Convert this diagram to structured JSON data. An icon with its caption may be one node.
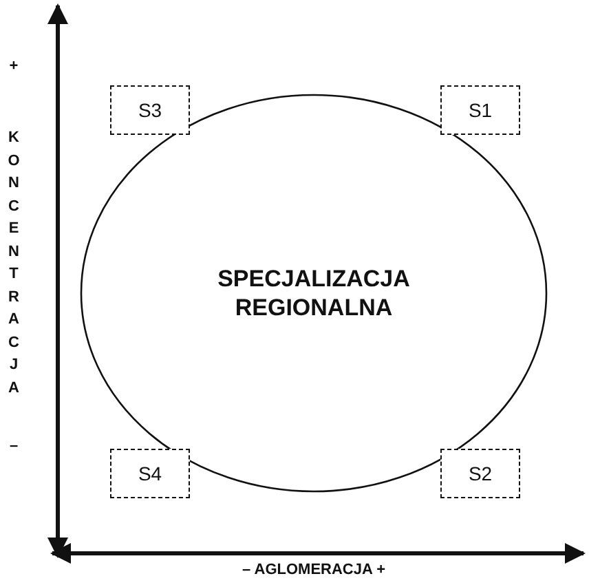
{
  "diagram": {
    "nodes": [
      {
        "text": [
          "SPECJALIZACJA REGIONALNA"
        ]
      },
      {
        "text": [
          "S3"
        ]
      },
      {
        "text": [
          "S1"
        ]
      },
      {
        "text": [
          "S4"
        ]
      },
      {
        "text": [
          "S2"
        ]
      }
    ],
    "labels": [
      "+",
      "KONCENTRACJA",
      "–",
      "– AGLOMERACJA +"
    ]
  }
}
